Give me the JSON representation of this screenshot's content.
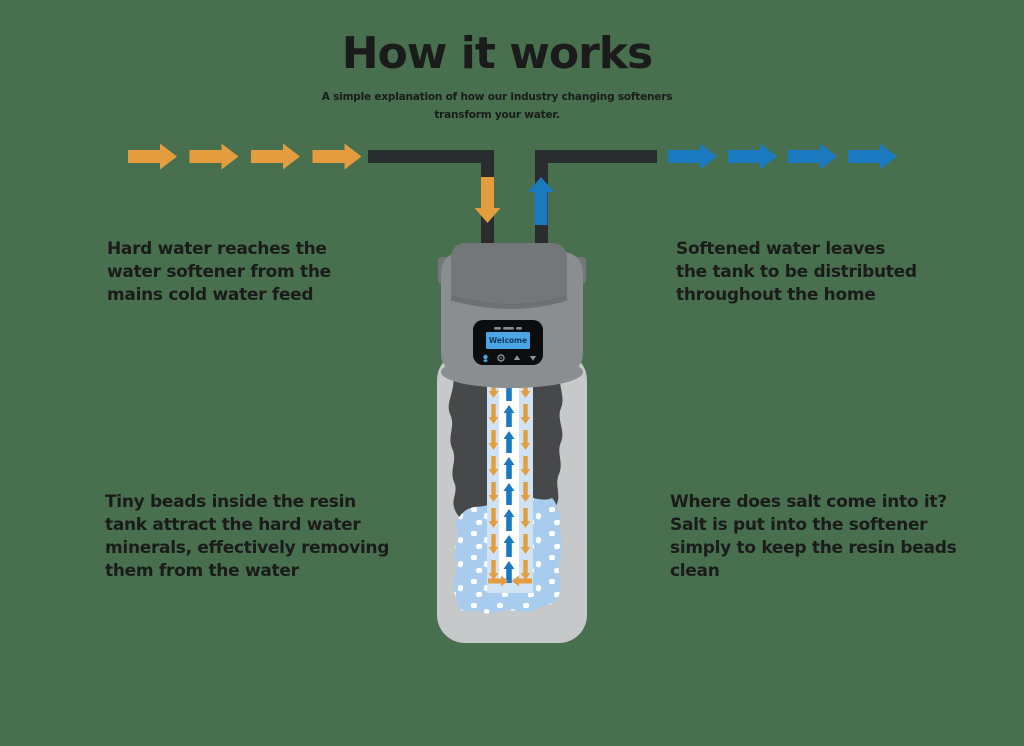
{
  "header": {
    "title": "How it works",
    "subtitle": "A simple explanation of how our industry changing softeners transform your water.",
    "subtitle_lines": [
      "A simple explanation of how our industry changing softeners",
      "transform your water."
    ]
  },
  "annotations": {
    "top_left": {
      "text": "Hard water reaches the water softener from the mains cold water feed",
      "lines": [
        "Hard water reaches the",
        "water softener from the",
        "mains cold water feed"
      ]
    },
    "top_right": {
      "text": "Softened water leaves the tank to be distributed throughout the home",
      "lines": [
        "Softened water leaves",
        "the tank to be distributed",
        "throughout the home"
      ]
    },
    "bottom_left": {
      "text": "Tiny beads inside the resin tank attract the hard water minerals, effectively removing them from the water",
      "lines": [
        "Tiny beads inside the resin",
        "tank attract the hard water",
        "minerals, effectively removing",
        "them from the water"
      ]
    },
    "bottom_right": {
      "text": "Where does salt come into it? Salt is put into the softener simply to keep the resin beads clean",
      "lines": [
        "Where does salt come into it?",
        "Salt is put into the softener",
        "simply to keep the resin beads",
        "clean"
      ]
    }
  },
  "softener": {
    "display_text": "Welcome"
  },
  "flow": {
    "inlet_arrow_count": 4,
    "outlet_arrow_count": 4,
    "tube_down_arrow_rows": 8,
    "tube_up_arrow_rows": 8
  },
  "colors": {
    "background": "#48704F",
    "text": "#1B1B1B",
    "pipe": "#2B2C2E",
    "inlet_arrow": "#E39C3E",
    "outlet_arrow": "#1B79C0",
    "tank_body": "#C7C8C9",
    "valve_head": "#8B8E91",
    "valve_lid": "#747779",
    "control_panel": "#0C0D0F",
    "screen": "#4BA6E3",
    "screen_text": "#0D3A63",
    "resin_dark": "#474849",
    "beads": "#A8CCEE",
    "tube": "#CFE3F5",
    "tube_core": "#FFFFFF"
  }
}
